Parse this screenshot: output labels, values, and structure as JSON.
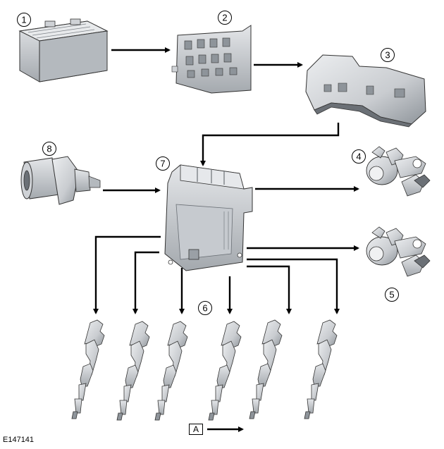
{
  "figure_id": "E147141",
  "key_label": "A",
  "callouts": {
    "battery": "1",
    "fuse_box": "2",
    "junction_box": "3",
    "fuel_pump_1": "4",
    "fuel_pump_2": "5",
    "injectors": "6",
    "ecm": "7",
    "pressure_sensor": "8"
  },
  "icons": {
    "battery": "battery-icon",
    "fuse_box": "fuse-box-icon",
    "junction_box": "junction-box-icon",
    "pump": "high-pressure-fuel-pump-icon",
    "ecm": "engine-control-module-icon",
    "sensor": "fuel-pressure-sensor-icon",
    "injector": "fuel-injector-icon"
  },
  "colors": {
    "line": "#000000",
    "part_fill": "#d4d7db",
    "part_shadow": "#9aa0a6",
    "part_dark": "#6b7076"
  }
}
